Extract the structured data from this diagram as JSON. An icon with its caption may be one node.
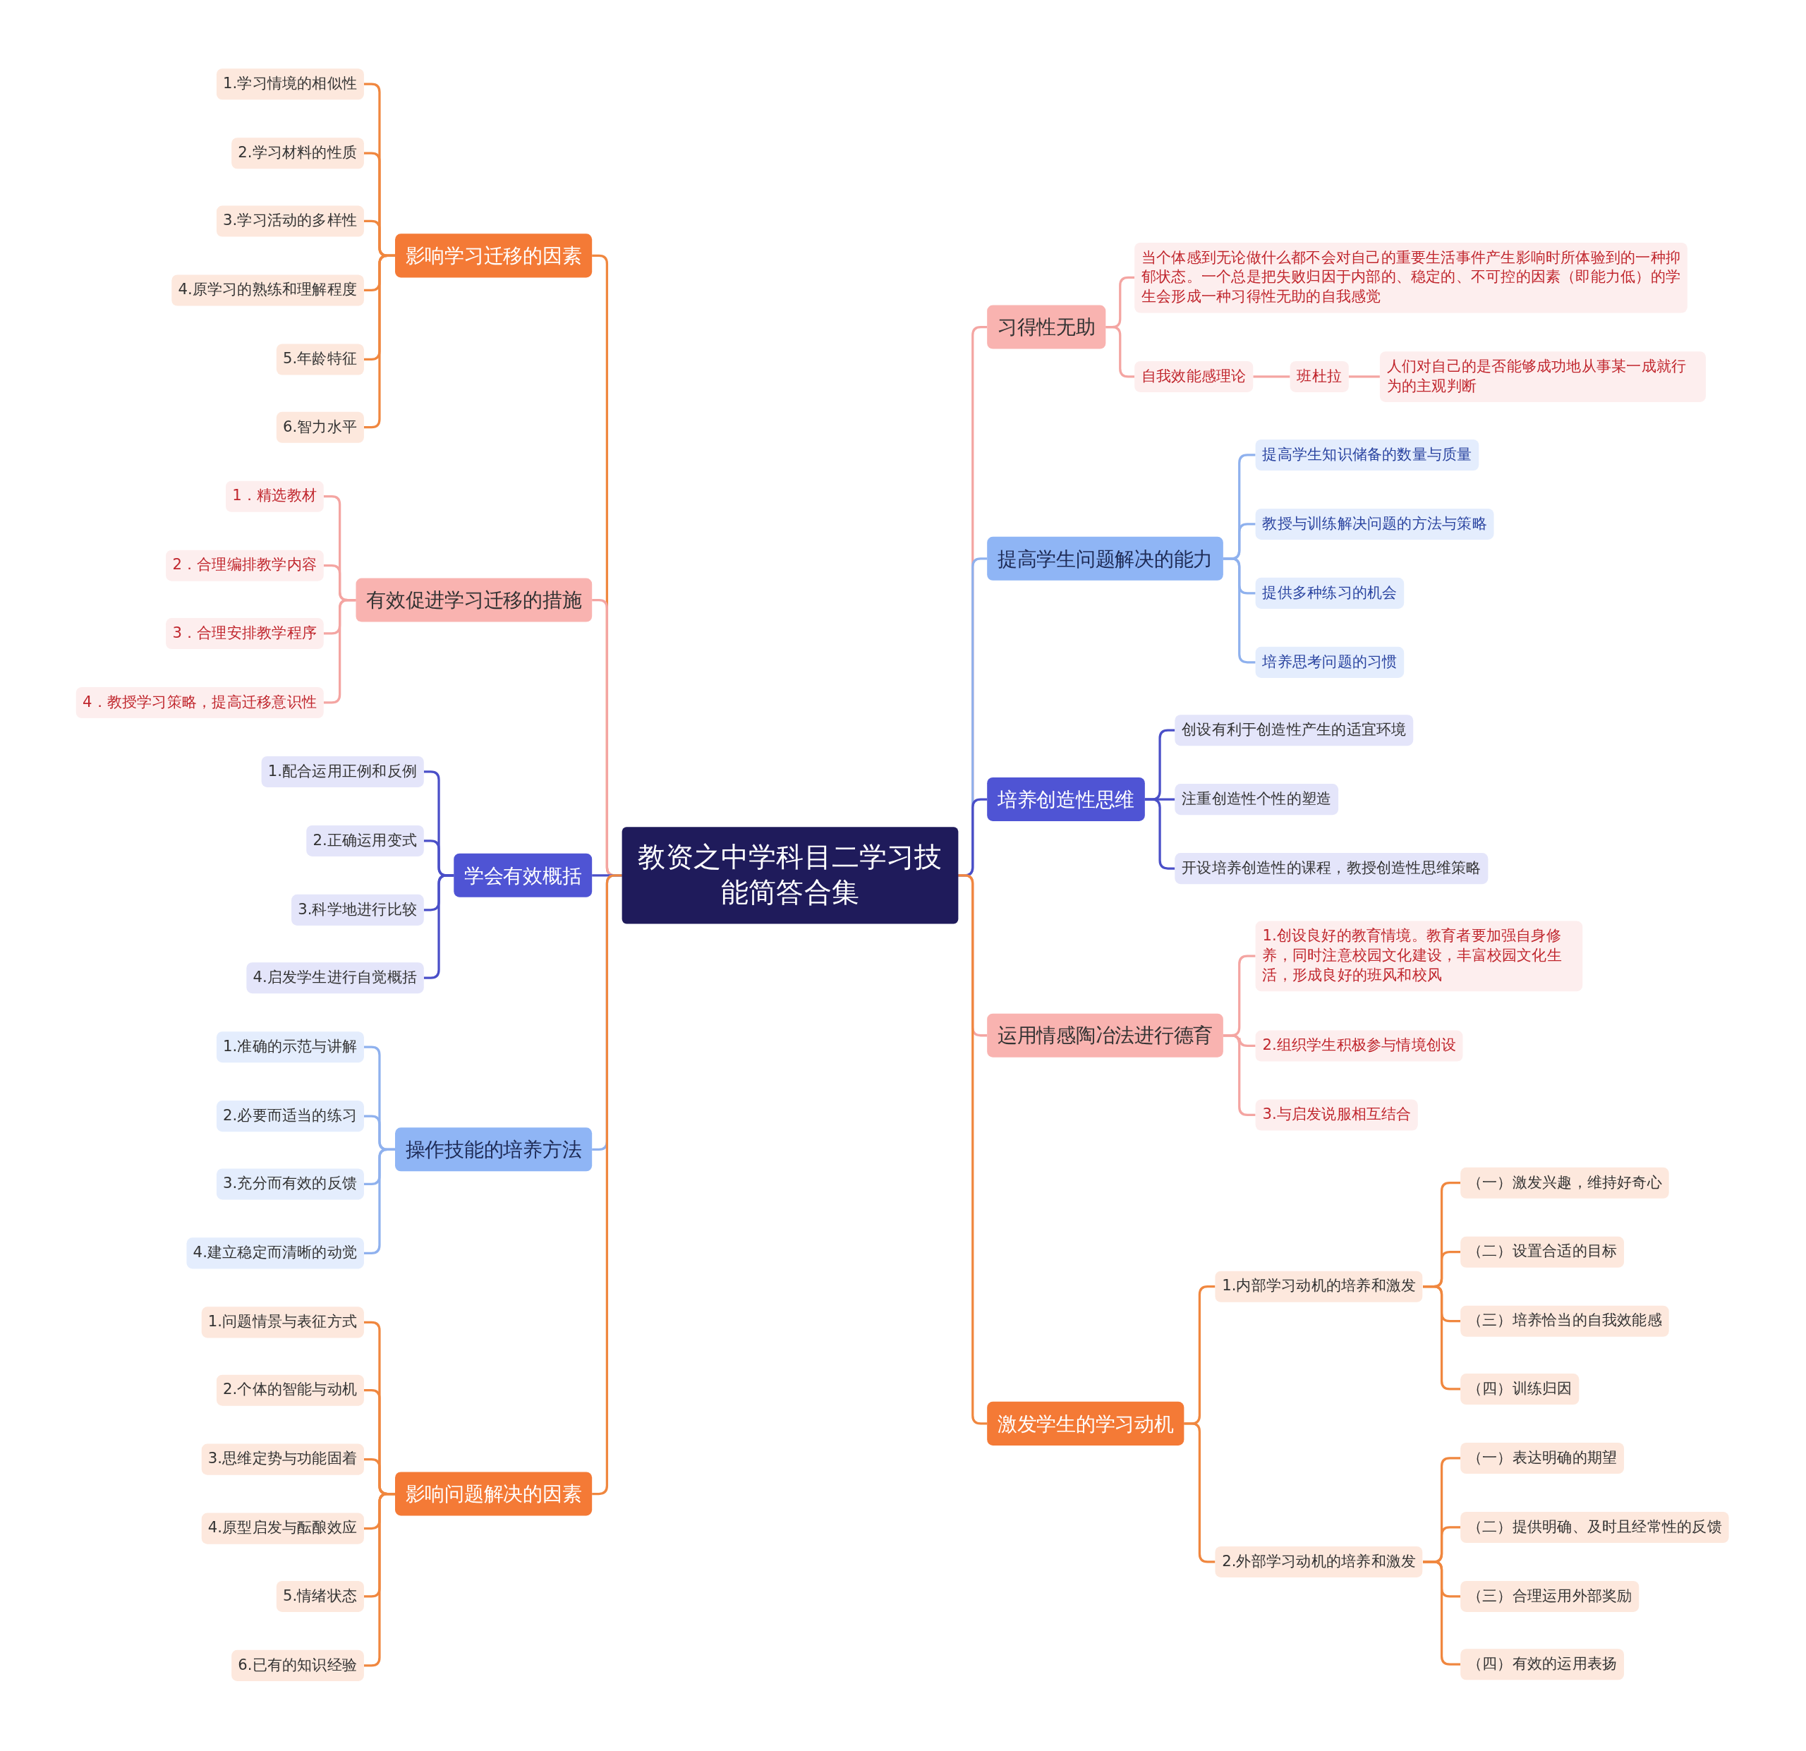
{
  "diagram": {
    "nodes": [
      {
        "text": [
          "教资之中学科目二学习技能简答合集"
        ]
      },
      {
        "text": [
          "影响学习迁移的因素"
        ]
      },
      {
        "text": [
          "1.学习情境的相似性"
        ]
      },
      {
        "text": [
          "2.学习材料的性质"
        ]
      },
      {
        "text": [
          "3.学习活动的多样性"
        ]
      },
      {
        "text": [
          "4.原学习的熟练和理解程度"
        ]
      },
      {
        "text": [
          "5.年龄特征"
        ]
      },
      {
        "text": [
          "6.智力水平"
        ]
      },
      {
        "text": [
          "有效促进学习迁移的措施"
        ]
      },
      {
        "text": [
          "1．精选教材"
        ]
      },
      {
        "text": [
          "2．合理编排教学内容"
        ]
      },
      {
        "text": [
          "3．合理安排教学程序"
        ]
      },
      {
        "text": [
          "4．教授学习策略，提高迁移意识性"
        ]
      },
      {
        "text": [
          "学会有效概括"
        ]
      },
      {
        "text": [
          "1.配合运用正例和反例"
        ]
      },
      {
        "text": [
          "2.正确运用变式"
        ]
      },
      {
        "text": [
          "3.科学地进行比较"
        ]
      },
      {
        "text": [
          "4.启发学生进行自觉概括"
        ]
      },
      {
        "text": [
          "操作技能的培养方法"
        ]
      },
      {
        "text": [
          "1.准确的示范与讲解"
        ]
      },
      {
        "text": [
          "2.必要而适当的练习"
        ]
      },
      {
        "text": [
          "3.充分而有效的反馈"
        ]
      },
      {
        "text": [
          "4.建立稳定而清晰的动觉"
        ]
      },
      {
        "text": [
          "影响问题解决的因素"
        ]
      },
      {
        "text": [
          "1.问题情景与表征方式"
        ]
      },
      {
        "text": [
          "2.个体的智能与动机"
        ]
      },
      {
        "text": [
          "3.思维定势与功能固着"
        ]
      },
      {
        "text": [
          "4.原型启发与酝酿效应"
        ]
      },
      {
        "text": [
          "5.情绪状态"
        ]
      },
      {
        "text": [
          "6.已有的知识经验"
        ]
      },
      {
        "text": [
          "习得性无助"
        ]
      },
      {
        "text": [
          "当个体感到无论做什么都不会对自己的重要生活事件产生影响时所体验到的一种抑郁状态。一个总是把失败归因于内部的、稳定的、不可控的因素（即能力低）的学生会形成一种习得性无助的自我感觉"
        ]
      },
      {
        "text": [
          "自我效能感理论"
        ]
      },
      {
        "text": [
          "班杜拉"
        ]
      },
      {
        "text": [
          "人们对自己的是否能够成功地从事某一成就行为的主观判断"
        ]
      },
      {
        "text": [
          "提高学生问题解决的能力"
        ]
      },
      {
        "text": [
          "提高学生知识储备的数量与质量"
        ]
      },
      {
        "text": [
          "教授与训练解决问题的方法与策略"
        ]
      },
      {
        "text": [
          "提供多种练习的机会"
        ]
      },
      {
        "text": [
          "培养思考问题的习惯"
        ]
      },
      {
        "text": [
          "培养创造性思维"
        ]
      },
      {
        "text": [
          "创设有利于创造性产生的适宜环境"
        ]
      },
      {
        "text": [
          "注重创造性个性的塑造"
        ]
      },
      {
        "text": [
          "开设培养创造性的课程，教授创造性思维策略"
        ]
      },
      {
        "text": [
          "运用情感陶冶法进行德育"
        ]
      },
      {
        "text": [
          "1.创设良好的教育情境。教育者要加强自身修养，同时注意校园文化建设，丰富校园文化生活，形成良好的班风和校风"
        ]
      },
      {
        "text": [
          "2.组织学生积极参与情境创设"
        ]
      },
      {
        "text": [
          "3.与启发说服相互结合"
        ]
      },
      {
        "text": [
          "激发学生的学习动机"
        ]
      },
      {
        "text": [
          "1.内部学习动机的培养和激发"
        ]
      },
      {
        "text": [
          "（一）激发兴趣，维持好奇心"
        ]
      },
      {
        "text": [
          "（二）设置合适的目标"
        ]
      },
      {
        "text": [
          "（三）培养恰当的自我效能感"
        ]
      },
      {
        "text": [
          "（四）训练归因"
        ]
      },
      {
        "text": [
          "2.外部学习动机的培养和激发"
        ]
      },
      {
        "text": [
          "（一）表达明确的期望"
        ]
      },
      {
        "text": [
          "（二）提供明确、及时且经常性的反馈"
        ]
      },
      {
        "text": [
          "（三）合理运用外部奖励"
        ]
      },
      {
        "text": [
          "（四）有效的运用表扬"
        ]
      }
    ],
    "edges": [
      {
        "from": 0,
        "to": 1,
        "arrow": "none"
      },
      {
        "from": 1,
        "to": 2,
        "arrow": "none"
      },
      {
        "from": 1,
        "to": 3,
        "arrow": "none"
      },
      {
        "from": 1,
        "to": 4,
        "arrow": "none"
      },
      {
        "from": 1,
        "to": 5,
        "arrow": "none"
      },
      {
        "from": 1,
        "to": 6,
        "arrow": "none"
      },
      {
        "from": 1,
        "to": 7,
        "arrow": "none"
      },
      {
        "from": 0,
        "to": 8,
        "arrow": "none",
        "color": "#f4a5a2"
      },
      {
        "from": 8,
        "to": 9,
        "arrow": "none",
        "color": "#f4a5a2"
      },
      {
        "from": 8,
        "to": 10,
        "arrow": "none",
        "color": "#f4a5a2"
      },
      {
        "from": 8,
        "to": 11,
        "arrow": "none",
        "color": "#f4a5a2"
      },
      {
        "from": 8,
        "to": 12,
        "arrow": "none",
        "color": "#f4a5a2"
      },
      {
        "from": 0,
        "to": 13,
        "arrow": "none",
        "color": "#4a4fc8"
      },
      {
        "from": 13,
        "to": 14,
        "arrow": "none",
        "color": "#4a4fc8"
      },
      {
        "from": 13,
        "to": 15,
        "arrow": "none",
        "color": "#4a4fc8"
      },
      {
        "from": 13,
        "to": 16,
        "arrow": "none",
        "color": "#4a4fc8"
      },
      {
        "from": 13,
        "to": 17,
        "arrow": "none",
        "color": "#4a4fc8"
      },
      {
        "from": 0,
        "to": 18,
        "arrow": "none",
        "color": "#8fb1ee"
      },
      {
        "from": 18,
        "to": 19,
        "arrow": "none",
        "color": "#8fb1ee"
      },
      {
        "from": 18,
        "to": 20,
        "arrow": "none",
        "color": "#8fb1ee"
      },
      {
        "from": 18,
        "to": 21,
        "arrow": "none",
        "color": "#8fb1ee"
      },
      {
        "from": 18,
        "to": 22,
        "arrow": "none",
        "color": "#8fb1ee"
      },
      {
        "from": 0,
        "to": 23,
        "arrow": "none"
      },
      {
        "from": 23,
        "to": 24,
        "arrow": "none"
      },
      {
        "from": 23,
        "to": 25,
        "arrow": "none"
      },
      {
        "from": 23,
        "to": 26,
        "arrow": "none"
      },
      {
        "from": 23,
        "to": 27,
        "arrow": "none"
      },
      {
        "from": 23,
        "to": 28,
        "arrow": "none"
      },
      {
        "from": 23,
        "to": 29,
        "arrow": "none"
      },
      {
        "from": 0,
        "to": 30,
        "arrow": "none",
        "color": "#f4a5a2"
      },
      {
        "from": 30,
        "to": 31,
        "arrow": "none",
        "color": "#f4a5a2"
      },
      {
        "from": 30,
        "to": 32,
        "arrow": "none",
        "color": "#f4a5a2"
      },
      {
        "from": 32,
        "to": 33,
        "arrow": "none",
        "color": "#f4a5a2"
      },
      {
        "from": 33,
        "to": 34,
        "arrow": "none",
        "color": "#f4a5a2"
      },
      {
        "from": 0,
        "to": 35,
        "arrow": "none",
        "color": "#8fb1ee"
      },
      {
        "from": 35,
        "to": 36,
        "arrow": "none",
        "color": "#8fb1ee"
      },
      {
        "from": 35,
        "to": 37,
        "arrow": "none",
        "color": "#8fb1ee"
      },
      {
        "from": 35,
        "to": 38,
        "arrow": "none",
        "color": "#8fb1ee"
      },
      {
        "from": 35,
        "to": 39,
        "arrow": "none",
        "color": "#8fb1ee"
      },
      {
        "from": 0,
        "to": 40,
        "arrow": "none",
        "color": "#4a4fc8"
      },
      {
        "from": 40,
        "to": 41,
        "arrow": "none",
        "color": "#4a4fc8"
      },
      {
        "from": 40,
        "to": 42,
        "arrow": "none",
        "color": "#4a4fc8"
      },
      {
        "from": 40,
        "to": 43,
        "arrow": "none",
        "color": "#4a4fc8"
      },
      {
        "from": 0,
        "to": 44,
        "arrow": "none",
        "color": "#f4a5a2"
      },
      {
        "from": 44,
        "to": 45,
        "arrow": "none",
        "color": "#f4a5a2"
      },
      {
        "from": 44,
        "to": 46,
        "arrow": "none",
        "color": "#f4a5a2"
      },
      {
        "from": 44,
        "to": 47,
        "arrow": "none",
        "color": "#f4a5a2"
      },
      {
        "from": 0,
        "to": 48,
        "arrow": "none"
      },
      {
        "from": 48,
        "to": 49,
        "arrow": "none"
      },
      {
        "from": 49,
        "to": 50,
        "arrow": "none"
      },
      {
        "from": 49,
        "to": 51,
        "arrow": "none"
      },
      {
        "from": 49,
        "to": 52,
        "arrow": "none"
      },
      {
        "from": 49,
        "to": 53,
        "arrow": "none"
      },
      {
        "from": 48,
        "to": 54,
        "arrow": "none"
      },
      {
        "from": 54,
        "to": 55,
        "arrow": "none"
      },
      {
        "from": 54,
        "to": 56,
        "arrow": "none"
      },
      {
        "from": 54,
        "to": 57,
        "arrow": "none"
      },
      {
        "from": 54,
        "to": 58,
        "arrow": "none"
      }
    ]
  }
}
